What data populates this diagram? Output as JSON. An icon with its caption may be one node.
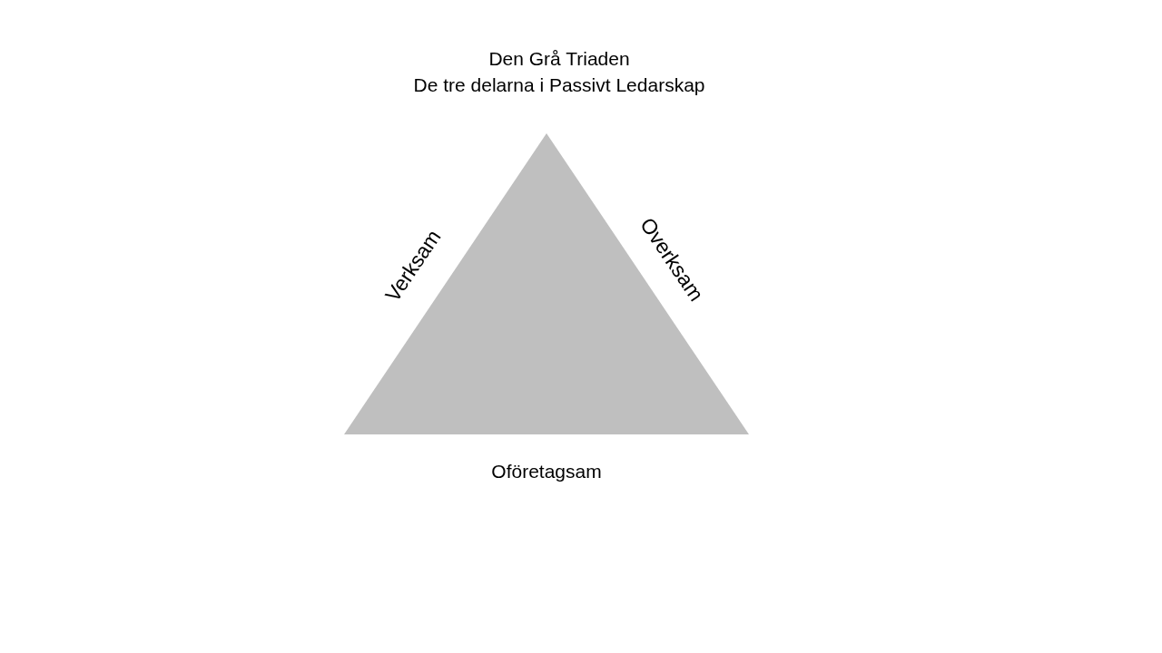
{
  "diagram": {
    "title": "Den Grå Triaden",
    "nodes": [
      {
        "text": [],
        "shape": "triangle",
        "beside": [
          "Verksam",
          "Overksam",
          "Oföretagsam"
        ]
      }
    ],
    "labels": [
      "De tre delarna i Passivt Ledarskap"
    ]
  }
}
